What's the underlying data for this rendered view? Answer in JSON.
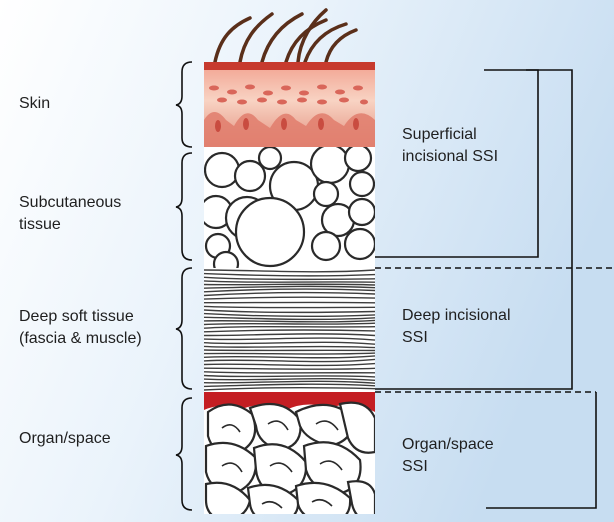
{
  "layers": [
    {
      "key": "skin",
      "label": "Skin"
    },
    {
      "key": "subcutaneous",
      "label": "Subcutaneous\ntissue"
    },
    {
      "key": "deep",
      "label": "Deep soft tissue\n(fascia & muscle)"
    },
    {
      "key": "organ",
      "label": "Organ/space"
    }
  ],
  "classifications": [
    {
      "key": "superficial",
      "label": "Superficial\nincisional SSI"
    },
    {
      "key": "deep",
      "label": "Deep incisional\nSSI"
    },
    {
      "key": "organ_space",
      "label": "Organ/space\nSSI"
    }
  ],
  "colors": {
    "background_top": "#ffffff",
    "background_bottom": "#c9dff2",
    "skin_light": "#f9d4c4",
    "skin_dark": "#e08372",
    "fat_fill": "#ffffff",
    "muscle_line": "#444444",
    "organ_blood": "#c41e23",
    "line": "#111111"
  }
}
